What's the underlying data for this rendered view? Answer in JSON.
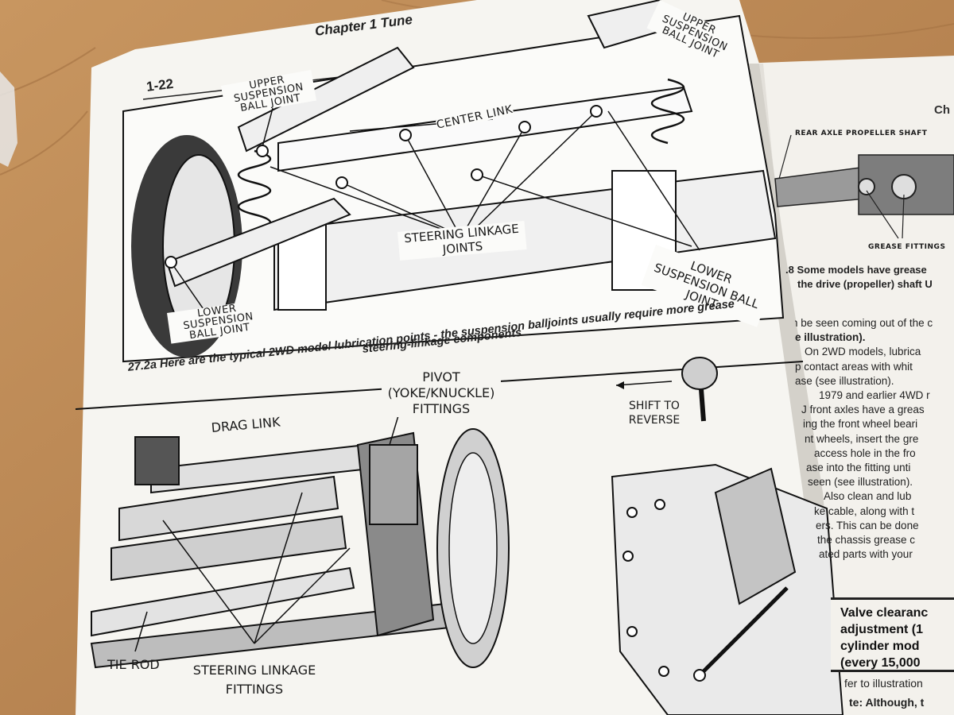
{
  "left_page": {
    "page_number": "1-22",
    "running_head": "Chapter 1  Tune",
    "figure_a": {
      "labels": {
        "upper_ball_joint_left": "UPPER SUSPENSION BALL JOINT",
        "upper_ball_joint_right": "UPPER SUSPENSION BALL JOINT",
        "center_link": "CENTER LINK",
        "steering_joints": "STEERING LINKAGE JOINTS",
        "lower_ball_joint_right": "LOWER SUSPENSION BALL JOINT",
        "lower_ball_joint_left": "LOWER SUSPENSION BALL JOINT"
      },
      "caption_line1": "27.2a Here are the typical 2WD model lubrication points - the suspension balljoints usually require more grease",
      "caption_line2": "steering-linkage components"
    },
    "figure_b": {
      "labels": {
        "drag_link": "DRAG LINK",
        "pivot": "PIVOT (YOKE/KNUCKLE) FITTINGS",
        "tie_rod": "TIE ROD",
        "steering_fittings": "STEERING LINKAGE FITTINGS"
      }
    }
  },
  "right_page": {
    "running_head": "Ch",
    "figure_c": {
      "labels": {
        "rear_axle": "REAR AXLE PROPELLER SHAFT",
        "grease_fittings": "GREASE FITTINGS"
      },
      "caption_line1": ".8 Some models have grease",
      "caption_line2": "the drive (propeller) shaft U"
    },
    "body_lines": [
      "n be seen coming out of the c",
      "e illustration).",
      "On 2WD models, lubrica",
      "p contact areas with whit",
      "ase (see illustration).",
      "1979 and earlier 4WD r",
      "J front axles have a greas",
      "ing the front wheel beari",
      "nt wheels, insert the gre",
      "access hole in the fro",
      "ase into the fitting unti",
      "seen (see illustration).",
      "Also clean and lub",
      "ke cable, along with t",
      "ers. This can be done",
      "the chassis grease c",
      "ated parts with your"
    ],
    "shift_label": "SHIFT TO REVERSE",
    "box_heading": [
      "Valve clearanc",
      "adjustment (1",
      "cylinder mod",
      "(every 15,000"
    ],
    "bottom_lines": [
      "fer to illustration",
      "te: Although, t"
    ]
  }
}
